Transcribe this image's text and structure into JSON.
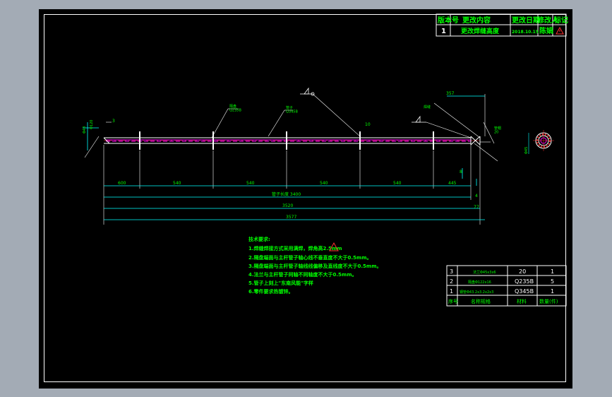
{
  "revision_table": {
    "headers": [
      "版本号",
      "更改内容",
      "更改日期",
      "修改人",
      "标记"
    ],
    "row": [
      "1",
      "更改焊缝高度",
      "2018.10.15",
      "陈娟",
      ""
    ]
  },
  "parts_table": {
    "rows": [
      {
        "no": "3",
        "name": "法兰Φ45x3x6",
        "material": "20",
        "qty": "1"
      },
      {
        "no": "2",
        "name": "隔盘Φ122x16",
        "material": "Q235B",
        "qty": "5"
      },
      {
        "no": "1",
        "name": "钢管Φ43.2x3.2x2x3",
        "material": "Q345B",
        "qty": "1"
      }
    ],
    "header": {
      "no": "序号",
      "name": "名称规格",
      "material": "材料",
      "qty": "数量(件)"
    }
  },
  "tech_req": {
    "title": "技术要求:",
    "items": [
      "1.焊缝焊接方式采用满焊，焊角高2.5mm",
      "2.隔盘端面与主杆管子轴心线不垂直度不大于0.5mm。",
      "3.隔盘端面与主杆管子轴线线偏移及直线度不大于0.5mm。",
      "4.法兰与主杆管子同轴不同轴度不大于0.5mm。",
      "5.管子上刻上\"东南风能\"字样",
      "6.零件要求热镀锌。"
    ]
  },
  "callouts": {
    "partition": "隔盘\nQ235B",
    "pipe": "管子\nQ345B",
    "weld_a": "焊缝",
    "weld_b": "管帽\n20",
    "note_3": "3",
    "note_10": "10"
  },
  "dimensions": {
    "seg": [
      "600",
      "540",
      "540",
      "540",
      "540",
      "445"
    ],
    "pipe_length": "管子长度 3400",
    "overall_1": "3520",
    "overall_2": "3577",
    "right_small_1": "4",
    "right_small_2": "77",
    "top_right": "357",
    "left_a": "Φ43",
    "left_b": "Φ120",
    "right_vert": "8",
    "section_label": "Φ45"
  },
  "colors": {
    "background": "#000000",
    "frame": "#ffffff",
    "dim": "#00ffff",
    "text": "#00ff00",
    "pipe": "#ff00ff",
    "warn": "#ff3030"
  }
}
